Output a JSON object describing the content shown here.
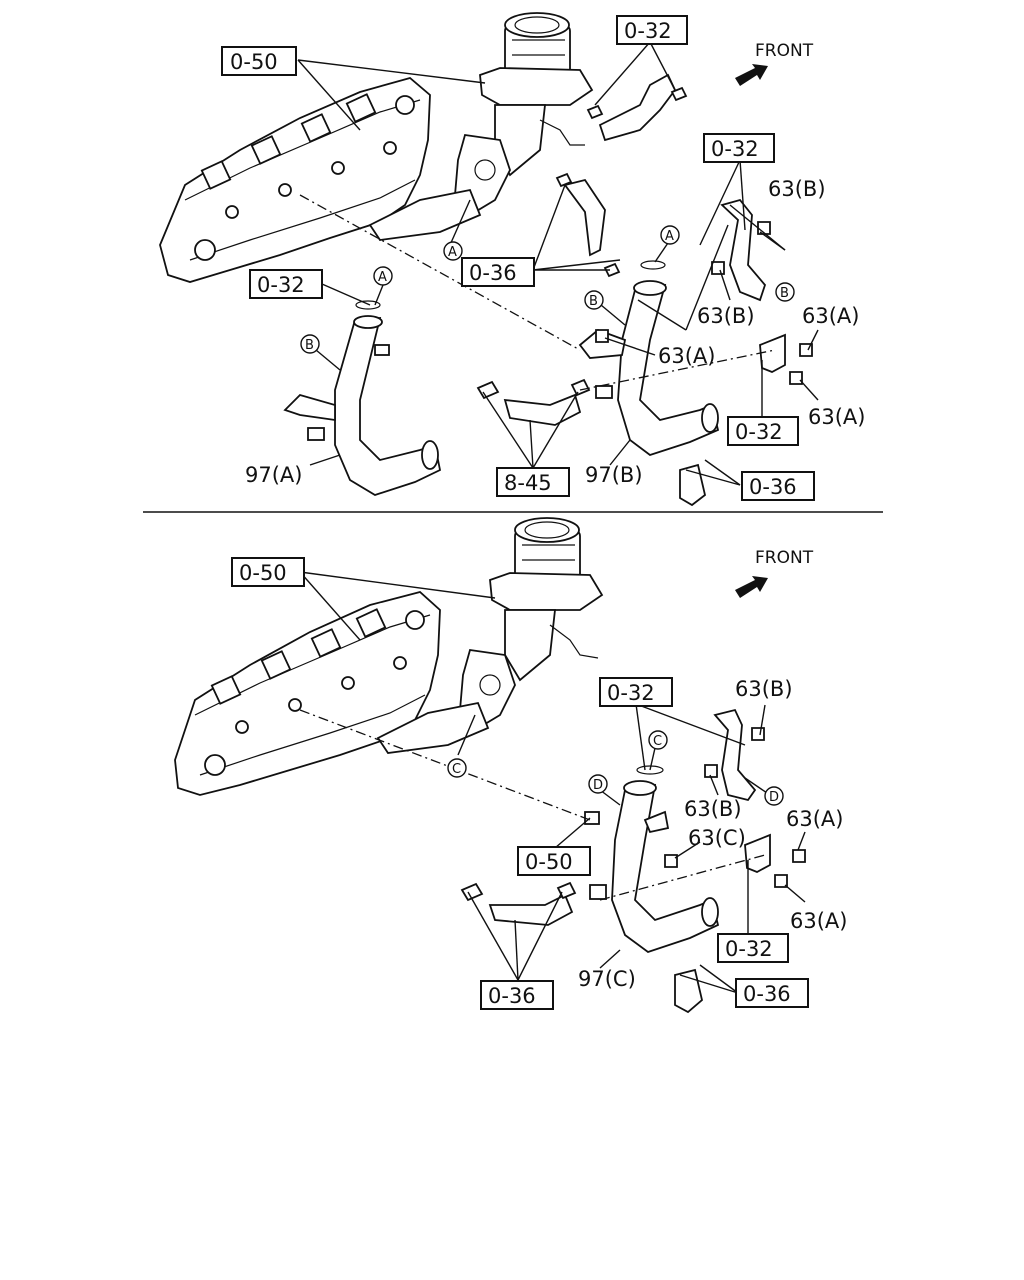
{
  "top": {
    "front": "FRONT",
    "refs": {
      "r050": "0-50",
      "r032a": "0-32",
      "r032b": "0-32",
      "r032c": "0-32",
      "r032d": "0-32",
      "r036a": "0-36",
      "r036b": "0-36",
      "r845": "8-45"
    },
    "parts": {
      "p63b1": "63(B)",
      "p63b2": "63(B)",
      "p63a1": "63(A)",
      "p63a2": "63(A)",
      "p63a3": "63(A)",
      "p97a": "97(A)",
      "p97b": "97(B)"
    },
    "markers": {
      "A": "A",
      "B": "B"
    }
  },
  "bottom": {
    "front": "FRONT",
    "refs": {
      "r050a": "0-50",
      "r050b": "0-50",
      "r032a": "0-32",
      "r032b": "0-32",
      "r036a": "0-36",
      "r036b": "0-36"
    },
    "parts": {
      "p63b1": "63(B)",
      "p63b2": "63(B)",
      "p63c": "63(C)",
      "p63a1": "63(A)",
      "p63a2": "63(A)",
      "p97c": "97(C)"
    },
    "markers": {
      "C": "C",
      "D": "D"
    }
  }
}
